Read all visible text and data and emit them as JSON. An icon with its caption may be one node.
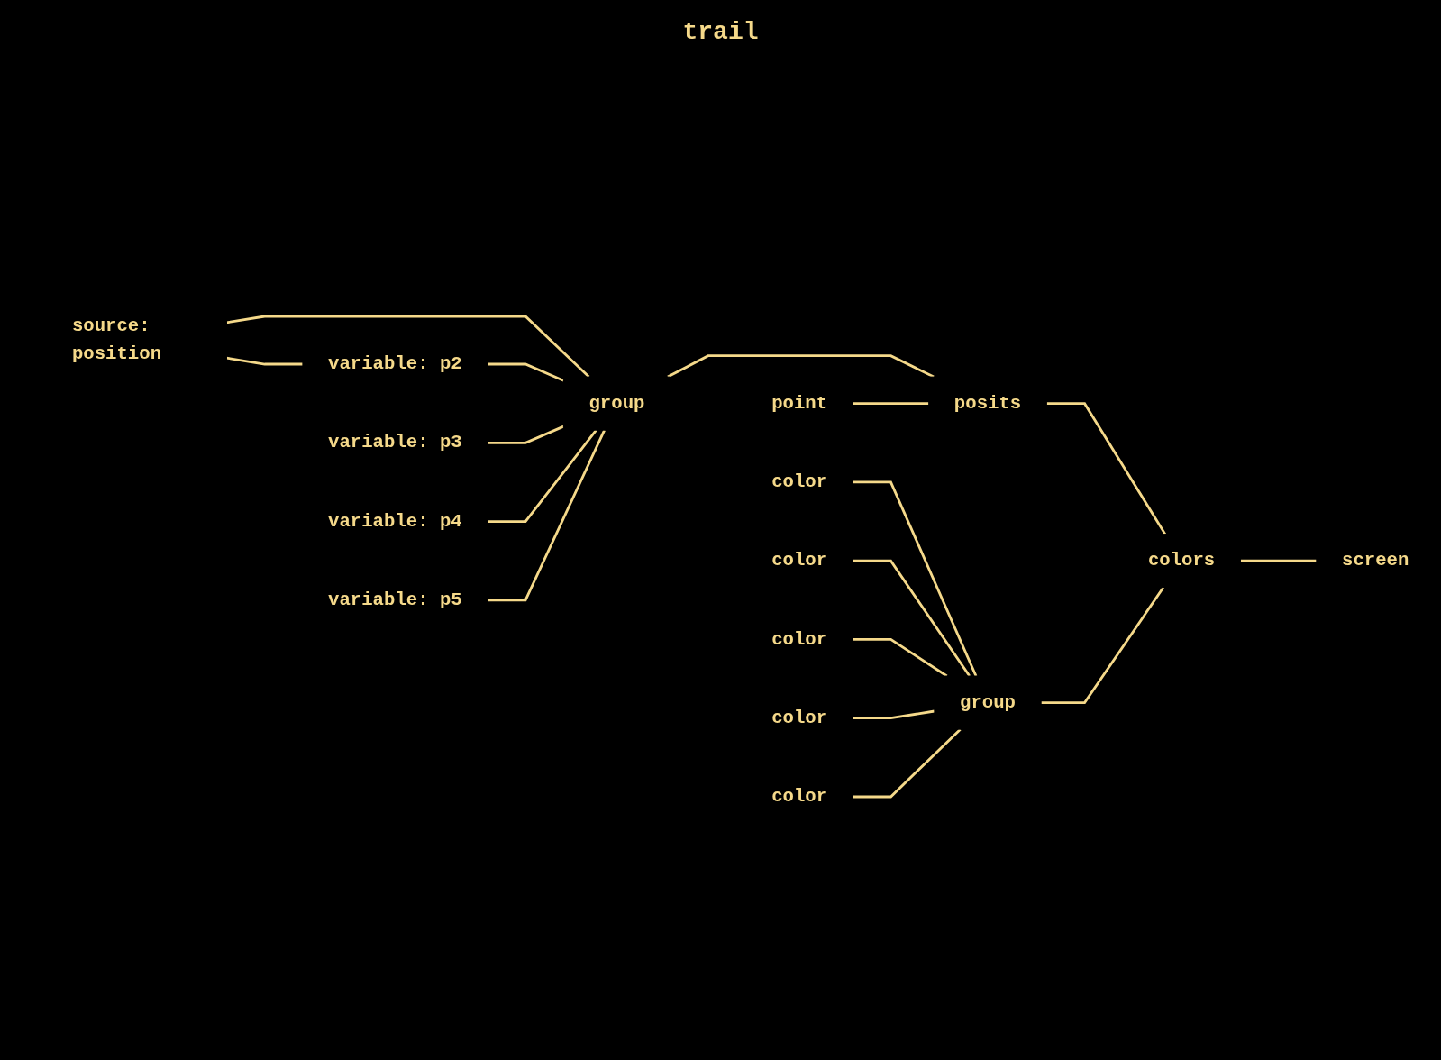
{
  "diagram": {
    "title": "trail",
    "nodes": [
      {
        "text": [
          "source: position"
        ]
      },
      {
        "text": [
          "color"
        ]
      },
      {
        "text": [
          "variable: p2"
        ]
      },
      {
        "text": [
          "color"
        ]
      },
      {
        "text": [
          "variable: p3"
        ]
      },
      {
        "text": [
          "color"
        ]
      },
      {
        "text": [
          "variable: p4"
        ]
      },
      {
        "text": [
          "color"
        ]
      },
      {
        "text": [
          "variable: p5"
        ]
      },
      {
        "text": [
          "color"
        ]
      },
      {
        "text": [
          "group"
        ]
      },
      {
        "text": [
          "group"
        ]
      },
      {
        "text": [
          "point"
        ]
      },
      {
        "text": [
          "posits"
        ]
      },
      {
        "text": [
          "colors"
        ]
      },
      {
        "text": [
          "screen"
        ]
      }
    ],
    "edges": [
      {
        "from": 0,
        "to": 2,
        "arrow": "none"
      },
      {
        "from": 0,
        "to": 10,
        "arrow": "none"
      },
      {
        "from": 2,
        "to": 10,
        "arrow": "none"
      },
      {
        "from": 4,
        "to": 10,
        "arrow": "none"
      },
      {
        "from": 6,
        "to": 10,
        "arrow": "none"
      },
      {
        "from": 8,
        "to": 10,
        "arrow": "none"
      },
      {
        "from": 1,
        "to": 11,
        "arrow": "none"
      },
      {
        "from": 3,
        "to": 11,
        "arrow": "none"
      },
      {
        "from": 5,
        "to": 11,
        "arrow": "none"
      },
      {
        "from": 7,
        "to": 11,
        "arrow": "none"
      },
      {
        "from": 9,
        "to": 11,
        "arrow": "none"
      },
      {
        "from": 10,
        "to": 13,
        "arrow": "none"
      },
      {
        "from": 12,
        "to": 13,
        "arrow": "none"
      },
      {
        "from": 13,
        "to": 14,
        "arrow": "none"
      },
      {
        "from": 11,
        "to": 14,
        "arrow": "none"
      },
      {
        "from": 14,
        "to": 15,
        "arrow": "none"
      }
    ]
  }
}
